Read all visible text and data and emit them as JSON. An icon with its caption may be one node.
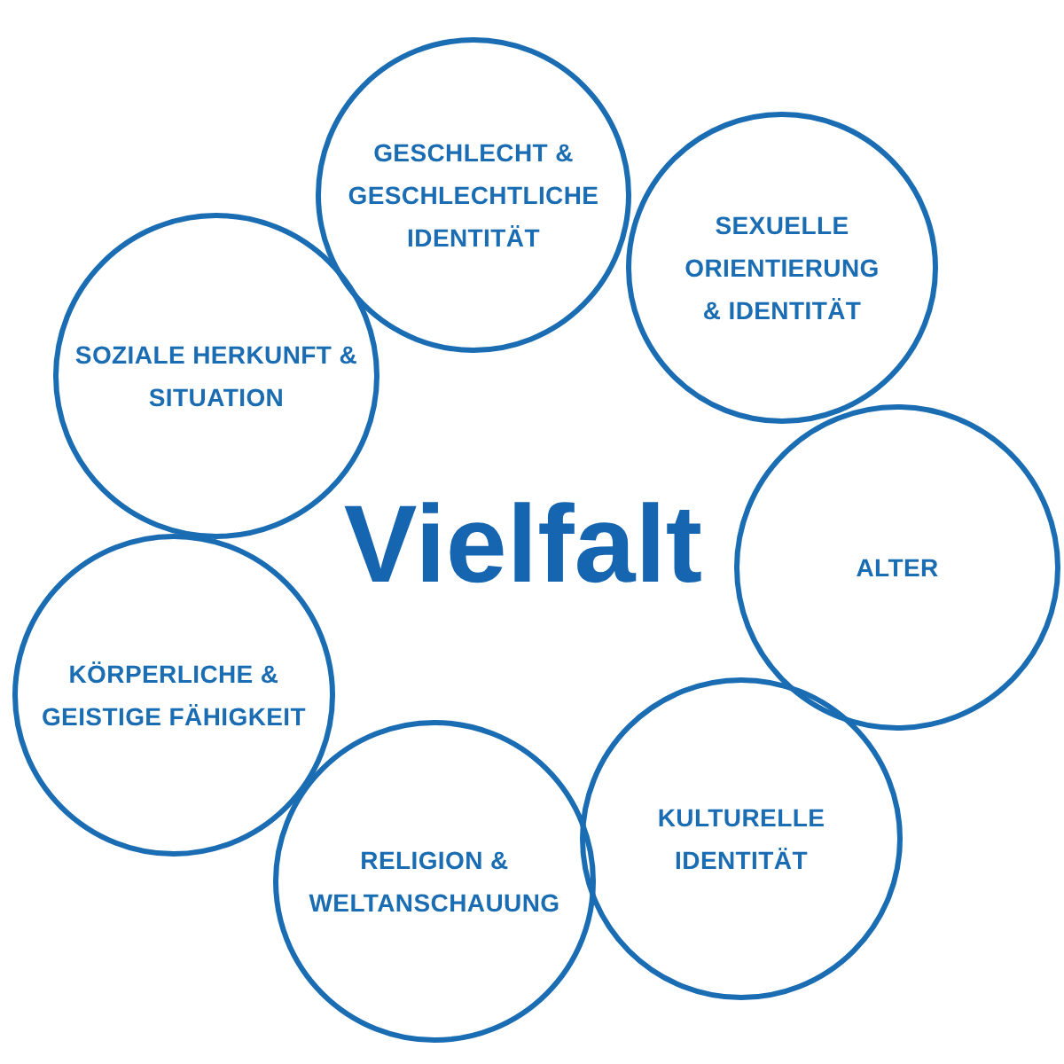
{
  "diagram": {
    "title": "Vielfalt",
    "nodes": [
      {
        "text": [
          "GESCHLECHT & GESCHLECHTLICHE IDENTITÄT"
        ]
      },
      {
        "text": [
          "SEXUELLE ORIENTIERUNG & IDENTITÄT"
        ]
      },
      {
        "text": [
          "ALTER"
        ]
      },
      {
        "text": [
          "KULTURELLE IDENTITÄT"
        ]
      },
      {
        "text": [
          "RELIGION & WELTANSCHAUUNG"
        ]
      },
      {
        "text": [
          "KÖRPERLICHE & GEISTIGE FÄHIGKEIT"
        ]
      },
      {
        "text": [
          "SOZIALE HERKUNFT & SITUATION"
        ]
      }
    ]
  }
}
